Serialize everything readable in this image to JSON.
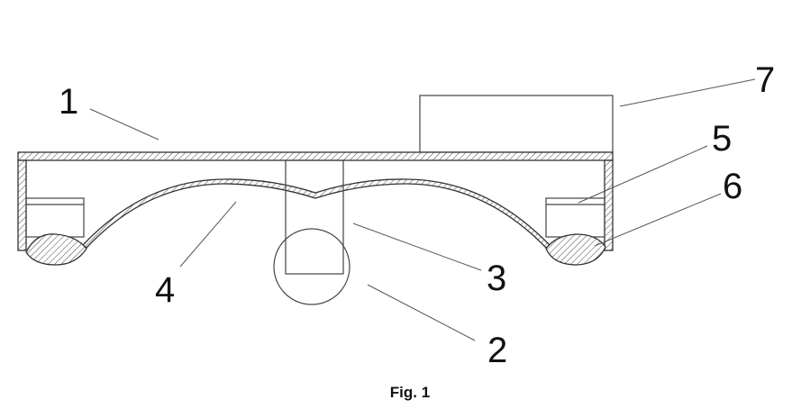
{
  "figure": {
    "caption": "Fig. 1",
    "reference_numerals": [
      "1",
      "2",
      "3",
      "4",
      "5",
      "6",
      "7"
    ]
  }
}
